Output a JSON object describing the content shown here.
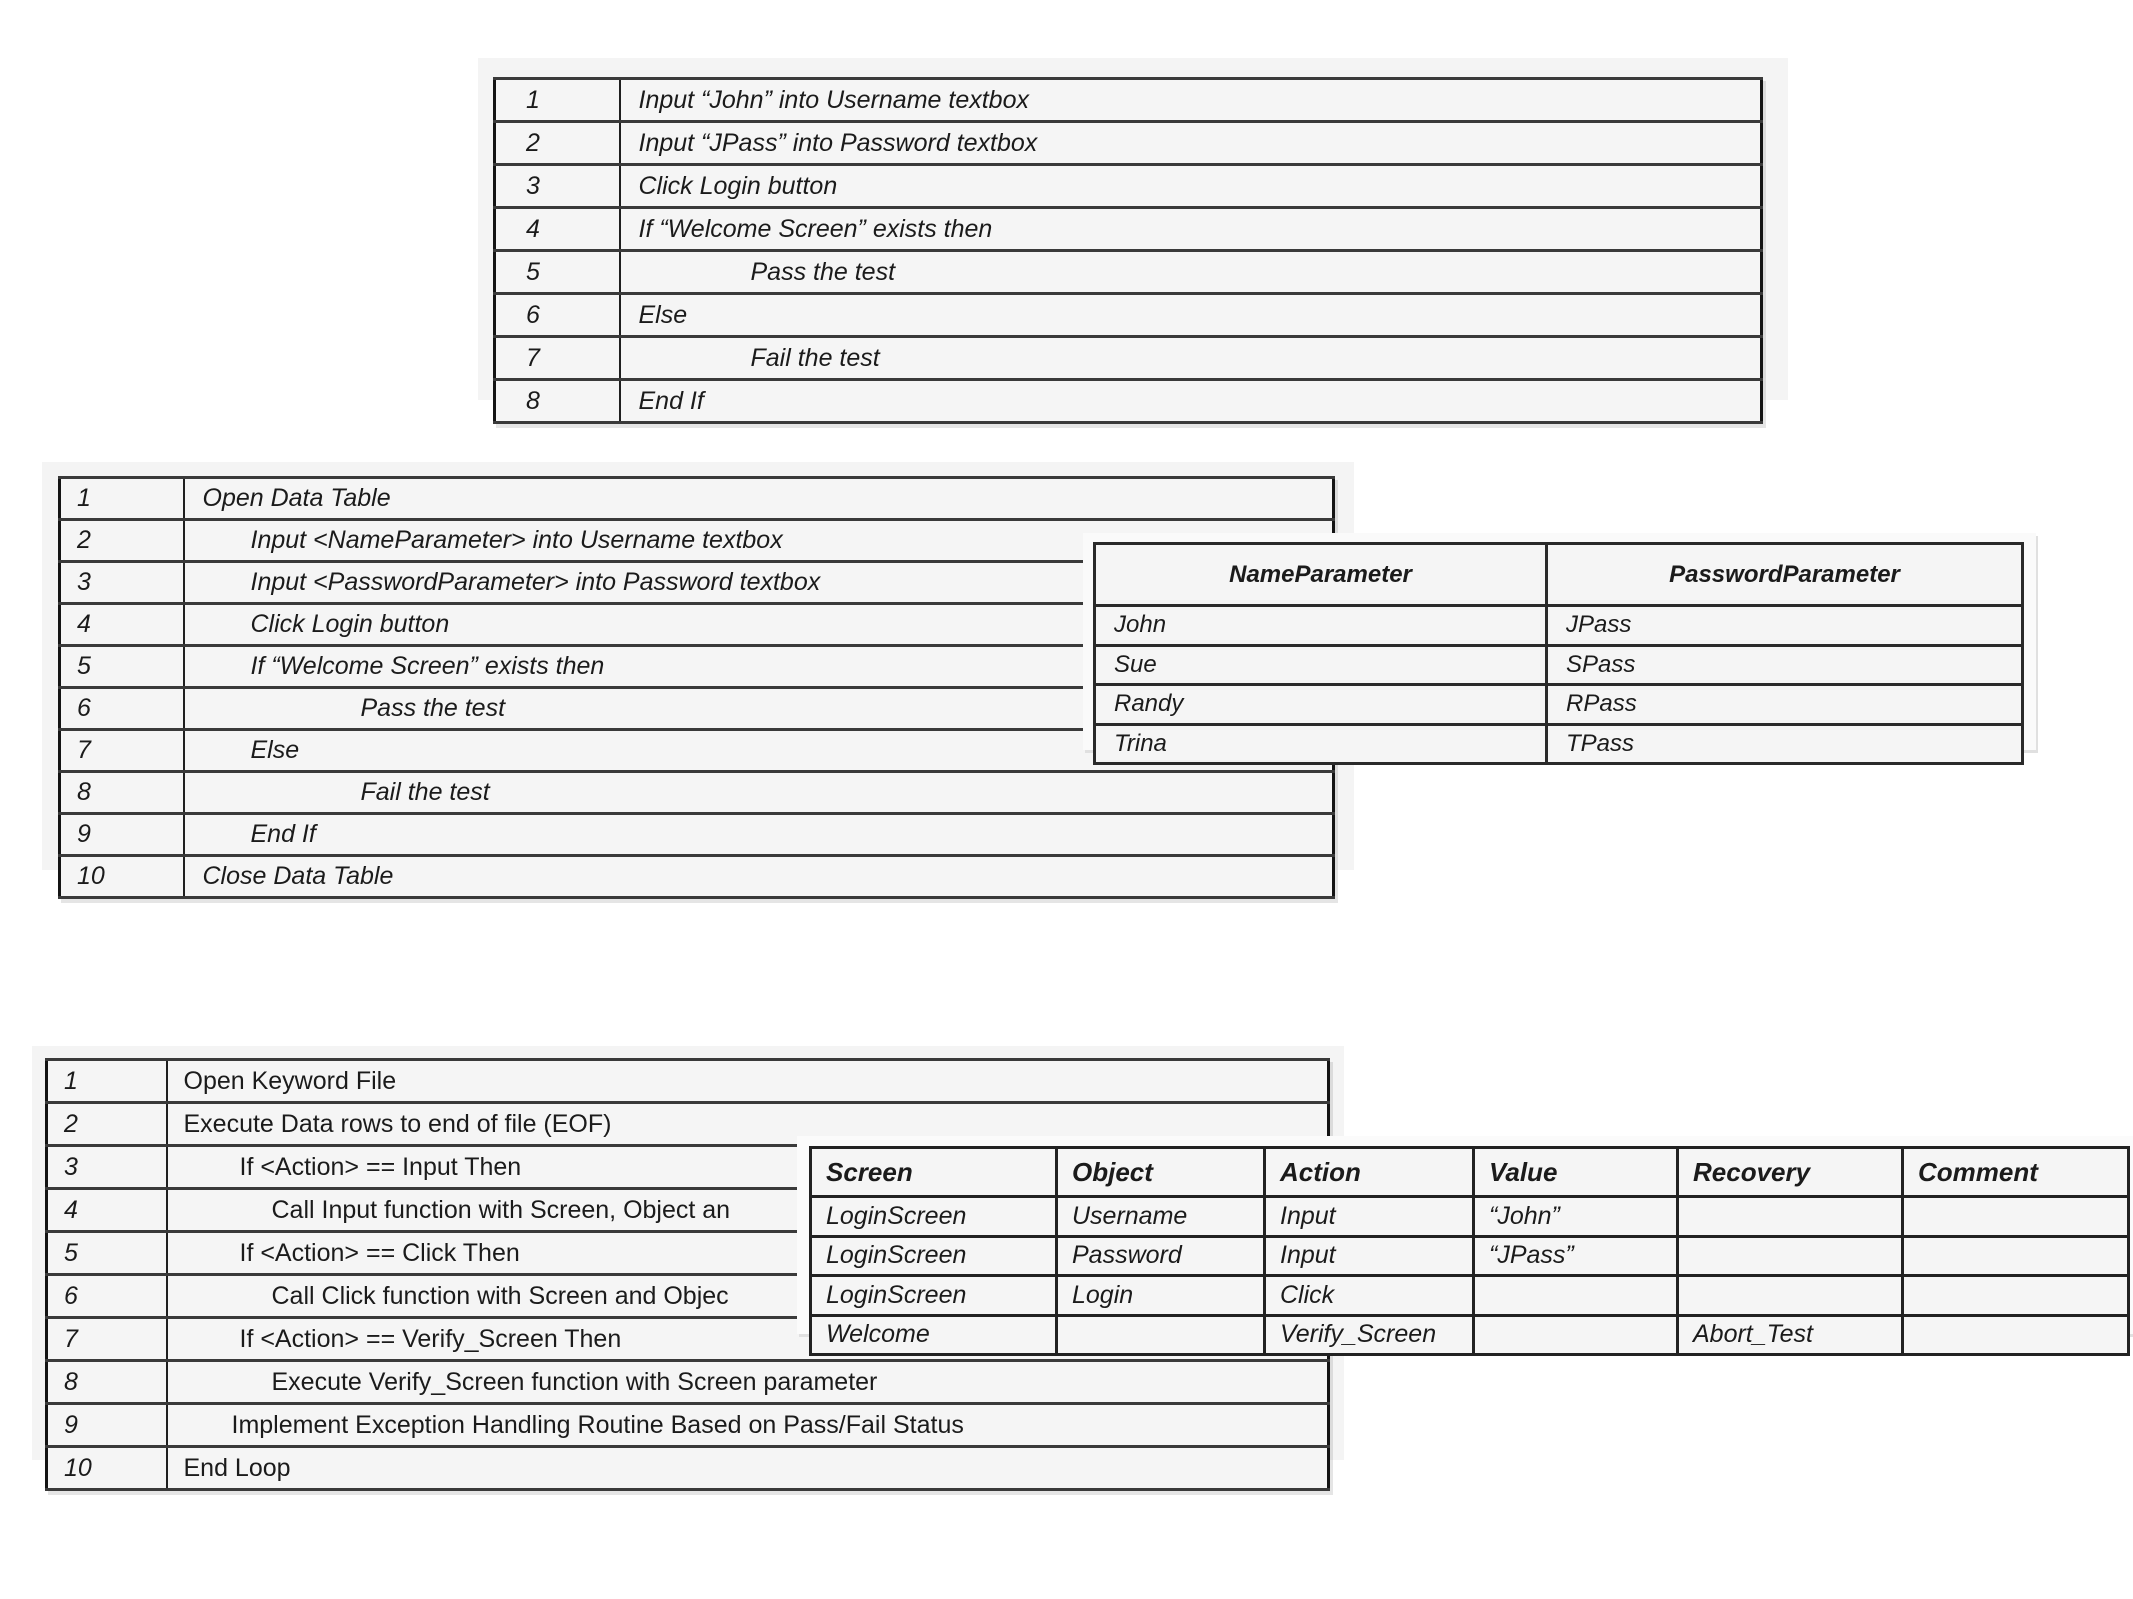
{
  "colors": {
    "page_bg": "#ffffff",
    "table_bg": "#f5f5f5",
    "panel_bg": "#f4f4f4",
    "border": "#1f1f1f",
    "text": "#1b1b1b"
  },
  "simple_script": {
    "rows": [
      {
        "num": "1",
        "text": "Input “John” into Username textbox"
      },
      {
        "num": "2",
        "text": "Input “JPass” into Password textbox"
      },
      {
        "num": "3",
        "text": "Click Login button"
      },
      {
        "num": "4",
        "text": "If “Welcome Screen” exists then"
      },
      {
        "num": "5",
        "text": "Pass the test"
      },
      {
        "num": "6",
        "text": "Else"
      },
      {
        "num": "7",
        "text": "Fail the test"
      },
      {
        "num": "8",
        "text": "End If"
      }
    ]
  },
  "data_driven_script": {
    "rows": [
      {
        "num": "1",
        "text": "Open Data Table"
      },
      {
        "num": "2",
        "text": "Input <NameParameter> into Username textbox"
      },
      {
        "num": "3",
        "text": "Input <PasswordParameter> into Password textbox"
      },
      {
        "num": "4",
        "text": "Click Login button"
      },
      {
        "num": "5",
        "text": "If “Welcome Screen” exists then"
      },
      {
        "num": "6",
        "text": "Pass the test"
      },
      {
        "num": "7",
        "text": "Else"
      },
      {
        "num": "8",
        "text": "Fail the test"
      },
      {
        "num": "9",
        "text": "End If"
      },
      {
        "num": "10",
        "text": "Close Data Table"
      }
    ]
  },
  "data_table": {
    "headers": [
      "NameParameter",
      "PasswordParameter"
    ],
    "rows": [
      [
        "John",
        "JPass"
      ],
      [
        "Sue",
        "SPass"
      ],
      [
        "Randy",
        "RPass"
      ],
      [
        "Trina",
        "TPass"
      ]
    ]
  },
  "keyword_script": {
    "rows": [
      {
        "num": "1",
        "text": "Open Keyword File"
      },
      {
        "num": "2",
        "text": "Execute Data rows to end of file (EOF)"
      },
      {
        "num": "3",
        "text": "If <Action> == Input Then"
      },
      {
        "num": "4",
        "text": "Call Input function with Screen, Object an"
      },
      {
        "num": "5",
        "text": "If <Action> == Click Then"
      },
      {
        "num": "6",
        "text": "Call Click function with Screen and Objec"
      },
      {
        "num": "7",
        "text": "If <Action> == Verify_Screen Then"
      },
      {
        "num": "8",
        "text": "Execute Verify_Screen function with Screen parameter"
      },
      {
        "num": "9",
        "text": "Implement Exception Handling Routine Based on Pass/Fail Status"
      },
      {
        "num": "10",
        "text": "End Loop"
      }
    ]
  },
  "keyword_table": {
    "headers": [
      "Screen",
      "Object",
      "Action",
      "Value",
      "Recovery",
      "Comment"
    ],
    "rows": [
      [
        "LoginScreen",
        "Username",
        "Input",
        "“John”",
        "",
        ""
      ],
      [
        "LoginScreen",
        "Password",
        "Input",
        "“JPass”",
        "",
        ""
      ],
      [
        "LoginScreen",
        "Login",
        "Click",
        "",
        "",
        ""
      ],
      [
        "Welcome",
        "",
        "Verify_Screen",
        "",
        "Abort_Test",
        ""
      ]
    ]
  }
}
